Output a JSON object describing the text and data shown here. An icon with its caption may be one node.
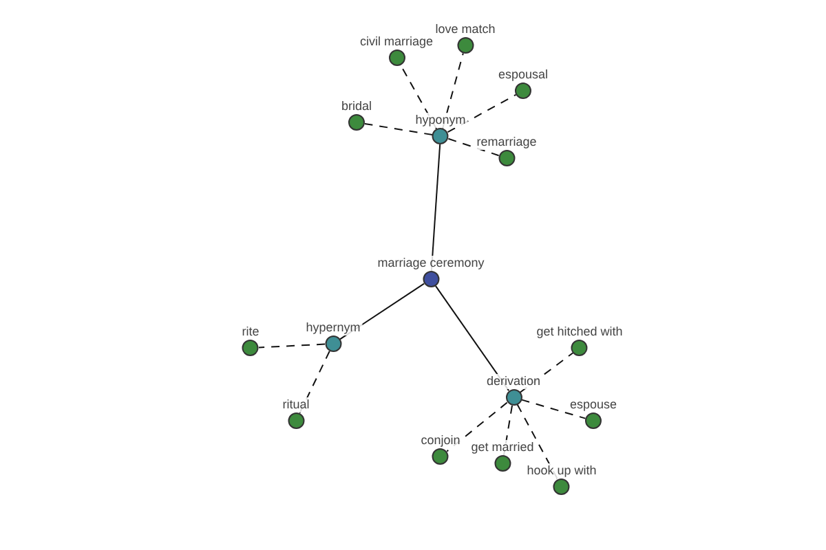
{
  "diagram": {
    "nodes": [
      {
        "text": [
          "love match"
        ]
      },
      {
        "text": [
          "civil marriage"
        ]
      },
      {
        "text": [
          "espousal"
        ]
      },
      {
        "text": [
          "bridal"
        ]
      },
      {
        "text": [
          "hyponym"
        ]
      },
      {
        "text": [
          "remarriage"
        ]
      },
      {
        "text": [
          "marriage ceremony"
        ]
      },
      {
        "text": [
          "hypernym"
        ]
      },
      {
        "text": [
          "rite"
        ]
      },
      {
        "text": [
          "get hitched with"
        ]
      },
      {
        "text": [
          "derivation"
        ]
      },
      {
        "text": [
          "ritual"
        ]
      },
      {
        "text": [
          "espouse"
        ]
      },
      {
        "text": [
          "conjoin"
        ]
      },
      {
        "text": [
          "get married"
        ]
      },
      {
        "text": [
          "hook up with"
        ]
      }
    ],
    "edges": [
      {
        "from": 6,
        "to": 4,
        "arrow": "none"
      },
      {
        "from": 6,
        "to": 7,
        "arrow": "none"
      },
      {
        "from": 6,
        "to": 10,
        "arrow": "none"
      },
      {
        "from": 4,
        "to": 0,
        "arrow": "none",
        "style": "dashed"
      },
      {
        "from": 4,
        "to": 1,
        "arrow": "none",
        "style": "dashed"
      },
      {
        "from": 4,
        "to": 2,
        "arrow": "none",
        "style": "dashed"
      },
      {
        "from": 4,
        "to": 3,
        "arrow": "none",
        "style": "dashed"
      },
      {
        "from": 4,
        "to": 5,
        "arrow": "none",
        "style": "dashed"
      },
      {
        "from": 7,
        "to": 8,
        "arrow": "none",
        "style": "dashed"
      },
      {
        "from": 7,
        "to": 11,
        "arrow": "none",
        "style": "dashed"
      },
      {
        "from": 10,
        "to": 9,
        "arrow": "none",
        "style": "dashed"
      },
      {
        "from": 10,
        "to": 12,
        "arrow": "none",
        "style": "dashed"
      },
      {
        "from": 10,
        "to": 13,
        "arrow": "none",
        "style": "dashed"
      },
      {
        "from": 10,
        "to": 14,
        "arrow": "none",
        "style": "dashed"
      },
      {
        "from": 10,
        "to": 15,
        "arrow": "none",
        "style": "dashed"
      }
    ]
  }
}
